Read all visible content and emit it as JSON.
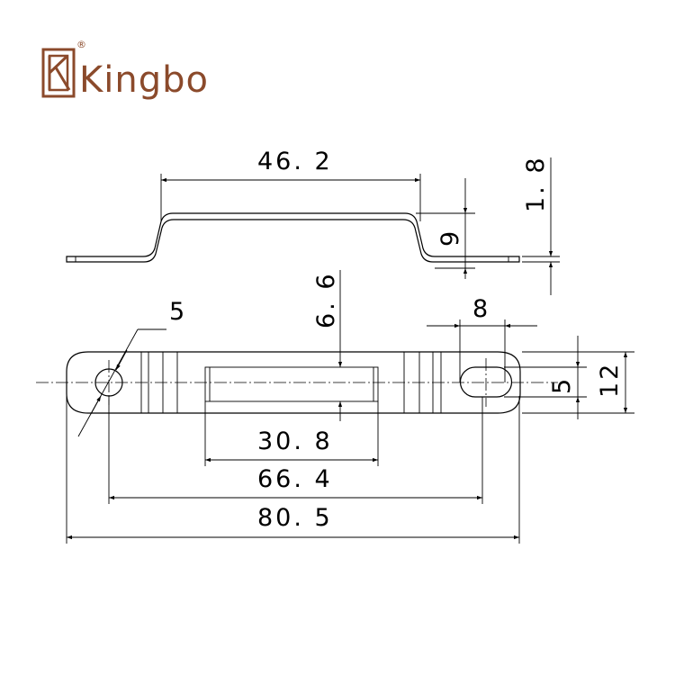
{
  "brand": {
    "name": "Kingbo",
    "registered_mark": "®",
    "color": "#8B4A2B"
  },
  "dimensions": {
    "top_length": "46. 2",
    "thickness": "1. 8",
    "height": "9",
    "hole_diameter": "5",
    "slot_length": "8",
    "recess_width": "6. 6",
    "slot_width": "5",
    "body_width": "12",
    "recess_length": "30. 8",
    "hole_spacing": "66. 4",
    "overall_length": "80. 5"
  }
}
